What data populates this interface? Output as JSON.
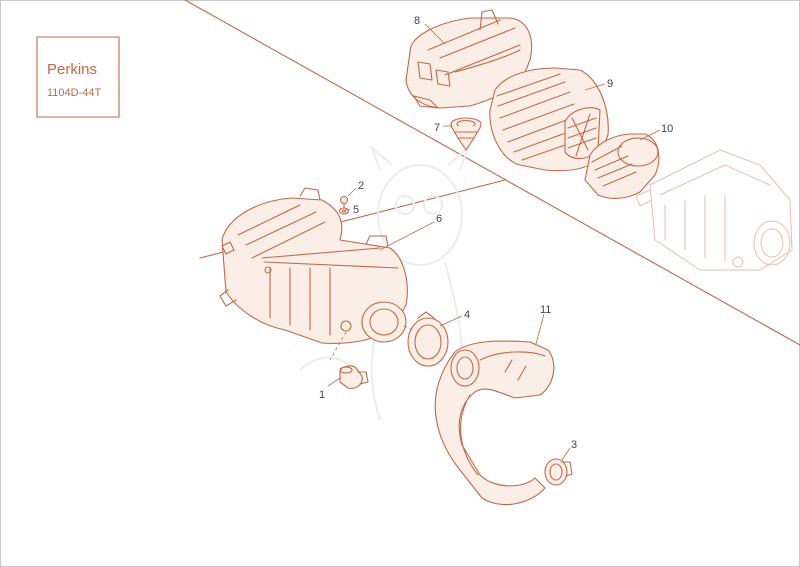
{
  "brand": "Perkins",
  "model": "1104D-44T",
  "callouts": [
    "1",
    "2",
    "3",
    "4",
    "5",
    "6",
    "7",
    "8",
    "9",
    "10",
    "11"
  ],
  "colors": {
    "line": "#c0694a",
    "ghost": "#e6bfae",
    "frame": "#c8c8c8"
  }
}
